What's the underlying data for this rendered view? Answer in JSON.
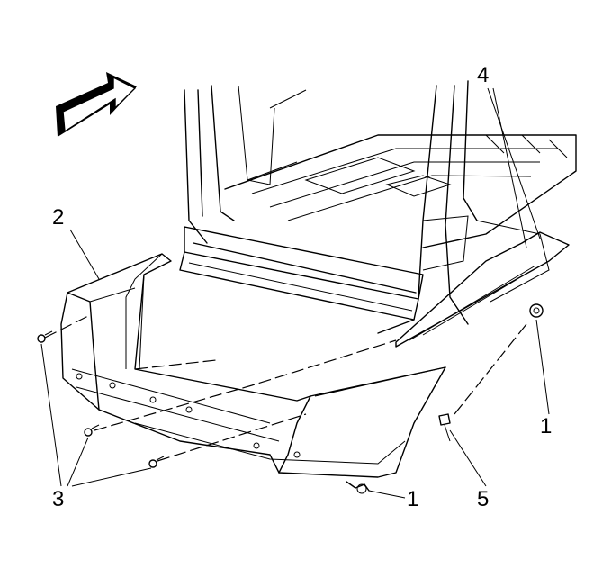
{
  "callouts": {
    "c1": "1",
    "c2": "2",
    "c3": "3",
    "c4": "4",
    "c5": "5"
  },
  "colors": {
    "line": "#000000",
    "arrow_fill": "#ffffff",
    "arrow_shadow": "#000000",
    "background": "#ffffff"
  }
}
